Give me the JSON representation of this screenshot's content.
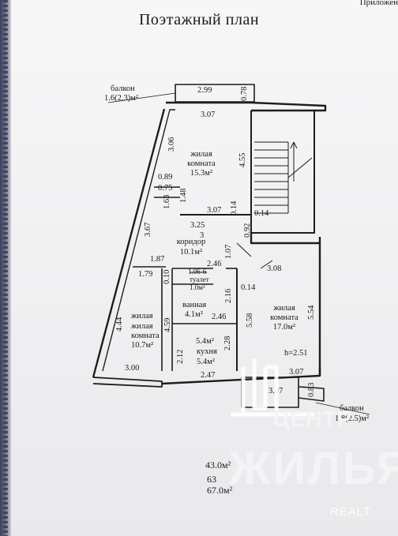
{
  "document": {
    "title": "Поэтажный план",
    "corner_text": "Приложен"
  },
  "balconies": {
    "top": {
      "label": "балкон",
      "area": "1.6(2.3)м²"
    },
    "bottom": {
      "label": "балкон",
      "area": "1.8(2.5)м²"
    }
  },
  "rooms": {
    "living_1": {
      "name_l1": "жилая",
      "name_l2": "комната",
      "area": "15.3м²"
    },
    "corridor": {
      "name": "коридор",
      "area": "10.1м²"
    },
    "toilet": {
      "name": "туалет",
      "area": "1.0м²"
    },
    "living_2": {
      "name_l1": "жилая",
      "name_l2": "комната",
      "area": "17.0м²"
    },
    "bathroom": {
      "name": "ванная",
      "area": "4.1м²"
    },
    "living_3": {
      "name_l1": "жилая",
      "name_l2": "комната",
      "area": "10.7м²",
      "extra": "жилая"
    },
    "kitchen": {
      "name": "кухня",
      "area": "5.4м²",
      "area_dup": "5.4м²"
    }
  },
  "dimensions": {
    "d299": "2.99",
    "d078": "0.78",
    "d307a": "3.07",
    "d306": "3.06",
    "d455": "4.55",
    "d089": "0.89",
    "d075": "0.75",
    "d163": "1.63",
    "d148": "1.48",
    "d307b": "3.07",
    "d014a": "0.14",
    "d014b": "0.14",
    "d325": "3.25",
    "d092": "0.92",
    "d367": "3.67",
    "d3": "3",
    "d187": "1.87",
    "d246a": "2.46",
    "d107": "1.07",
    "d308": "3.08",
    "d179": "1.79",
    "d010": "0.10",
    "d106": "1.06-6",
    "d014c": "0.14",
    "d216": "2.16",
    "d558": "5.58",
    "d554": "5.54",
    "d444": "4.44",
    "d459": "4.59",
    "d246b": "2.46",
    "d228": "2.28",
    "d212": "2.12",
    "h": "h=2.51",
    "d300": "3.00",
    "d247": "2.47",
    "d307c": "3.07",
    "d307d": "3.07",
    "d083": "0.83"
  },
  "footer": {
    "total_1": "43.0м²",
    "total_2": "63",
    "total_3": "67.0м²"
  },
  "watermark": {
    "word_1": "ЦЕНТР",
    "word_2": "ЖИЛЬЯ",
    "site": "REALT"
  }
}
